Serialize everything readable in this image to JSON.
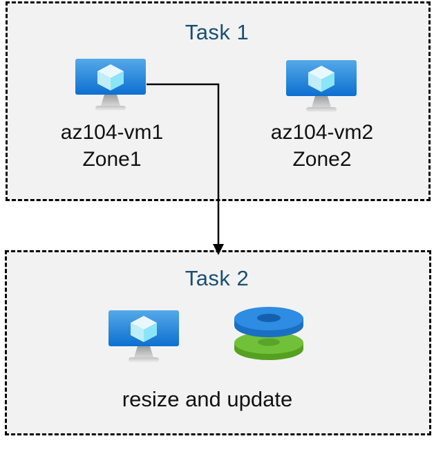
{
  "colors": {
    "background": "#ffffff",
    "box_fill": "#f2f2f2",
    "box_border": "#000000",
    "title_text": "#1a4e74",
    "label_text": "#111111",
    "arrow": "#000000",
    "vm_screen_top": "#54a9e8",
    "vm_screen_bottom": "#0d6fd0",
    "cube_top": "#e9f8fe",
    "cube_left": "#bfeefb",
    "cube_right": "#8be5f8",
    "disk_blue_top": "#2e8ce2",
    "disk_blue_rim": "#1a6fc4",
    "disk_blue_hole": "#1460ae",
    "disk_green_top": "#70c139",
    "disk_green_rim": "#56a021",
    "disk_green_hole": "#5aa42b"
  },
  "task1": {
    "title": "Task 1",
    "vms": [
      {
        "name": "az104-vm1",
        "zone": "Zone1",
        "icon": "azure-vm-icon"
      },
      {
        "name": "az104-vm2",
        "zone": "Zone2",
        "icon": "azure-vm-icon"
      }
    ]
  },
  "task2": {
    "title": "Task 2",
    "icons": [
      "azure-vm-icon",
      "managed-disks-icon"
    ],
    "caption": "resize and update"
  },
  "arrow": {
    "from": "az104-vm1",
    "to": "task2-box",
    "style": "elbow-down"
  }
}
